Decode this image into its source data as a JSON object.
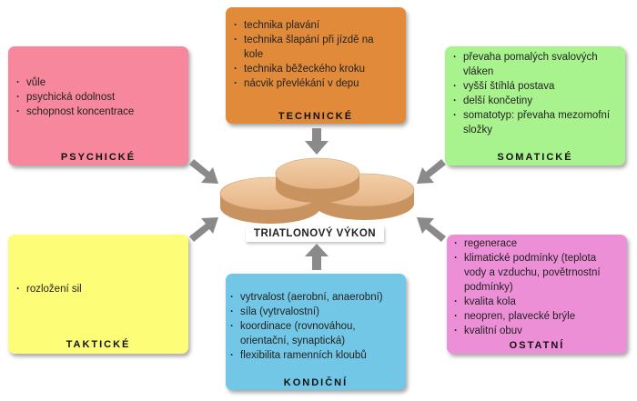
{
  "center": {
    "title": "TRIATLONOVÝ VÝKON"
  },
  "colors": {
    "technicke": "#e08a3a",
    "psychicke": "#f6879c",
    "somaticke": "#a9f38e",
    "takticke": "#fdfd78",
    "kondicni": "#72c6e6",
    "ostatni": "#ed8fd7",
    "disc": "#e8b98c",
    "arrow": "#8a8a8a"
  },
  "technicke": {
    "label": "TECHNICKÉ",
    "items": [
      "technika plavání",
      "technika šlapání při jízdě na kole",
      "technika běžeckého kroku",
      "nácvik převlékání v depu"
    ]
  },
  "psychicke": {
    "label": "PSYCHICKÉ",
    "items": [
      "vůle",
      "psychická odolnost",
      "schopnost koncentrace"
    ]
  },
  "somaticke": {
    "label": "SOMATICKÉ",
    "items": [
      "převaha pomalých svalových vláken",
      "vyšší štíhlá postava",
      "delší končetiny",
      "somatotyp: převaha mezomofní složky"
    ]
  },
  "takticke": {
    "label": "TAKTICKÉ",
    "items": [
      "rozložení sil"
    ]
  },
  "kondicni": {
    "label": "KONDIČNÍ",
    "items": [
      "vytrvalost (aerobní, anaerobní)",
      "síla (vytrvalostní)",
      "koordinace (rovnováhou, orientační, synaptická)",
      "flexibilita ramenních kloubů"
    ]
  },
  "ostatni": {
    "label": "OSTATNÍ",
    "items": [
      "regenerace",
      "klimatické podmínky (teplota vody a vzduchu, povětrnostní podmínky)",
      "kvalita kola",
      "neopren, plavecké brýle",
      "kvalitní obuv"
    ]
  }
}
